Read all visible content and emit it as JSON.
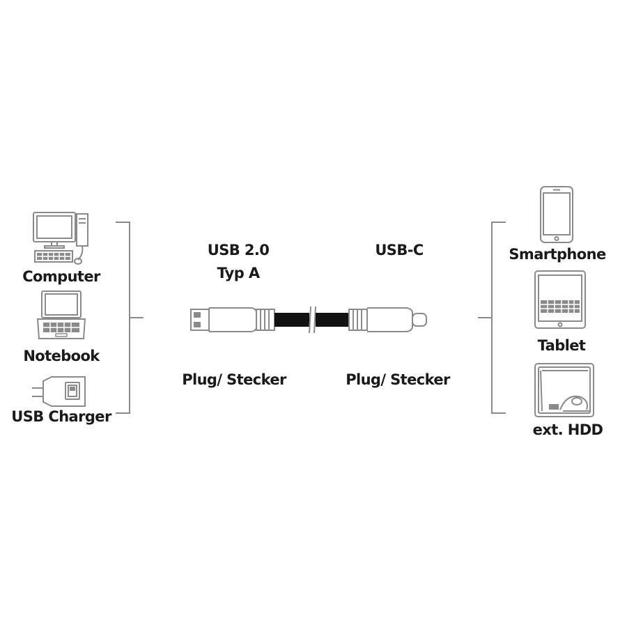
{
  "left_devices": [
    {
      "label": "Computer",
      "icon": "computer-icon"
    },
    {
      "label": "Notebook",
      "icon": "notebook-icon"
    },
    {
      "label": "USB Charger",
      "icon": "usb-charger-icon"
    }
  ],
  "right_devices": [
    {
      "label": "Smartphone",
      "icon": "smartphone-icon"
    },
    {
      "label": "Tablet",
      "icon": "tablet-icon"
    },
    {
      "label": "ext. HDD",
      "icon": "external-hdd-icon"
    }
  ],
  "connector_a": {
    "title_line1": "USB 2.0",
    "title_line2": "Typ A",
    "plug_label": "Plug/ Stecker",
    "icon": "usb-a-plug-icon"
  },
  "connector_c": {
    "title": "USB-C",
    "plug_label": "Plug/ Stecker",
    "icon": "usb-c-plug-icon"
  },
  "colors": {
    "stroke": "#8a8a8a",
    "text": "#1a1a1a",
    "cable": "#111111"
  }
}
